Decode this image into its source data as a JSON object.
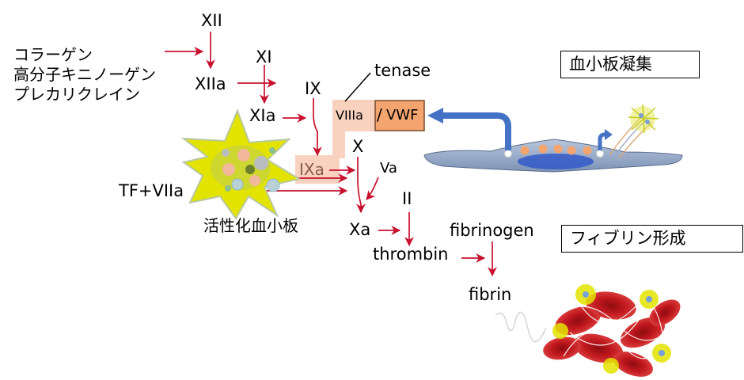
{
  "contact_activators": [
    "コラーゲン",
    "高分子キニノーゲン",
    "プレカリクレイン"
  ],
  "factors": {
    "xii": "XII",
    "xiia": "XIIa",
    "xi": "XI",
    "xia": "XIa",
    "ix": "IX",
    "ixa": "IXa",
    "viiia": "VIIIa",
    "slash": "/",
    "vwf": "VWF",
    "tenase": "tenase",
    "x": "X",
    "va": "Va",
    "xa": "Xa",
    "ii": "II",
    "thrombin": "thrombin",
    "fibrinogen": "fibrinogen",
    "fibrin": "fibrin",
    "tf_viia": "TF+VIIa"
  },
  "labels": {
    "activated_platelet": "活性化血小板",
    "platelet_aggregation": "血小板凝集",
    "fibrin_formation": "フィブリン形成"
  },
  "colors": {
    "arrow": "#c8102e",
    "ixa_box": "#f8d2bf",
    "vwf_box": "#f4a46f",
    "blue_arrow": "#4472c4",
    "platelet_yellow": "#e0e000",
    "rbc_red": "#c0181e"
  }
}
